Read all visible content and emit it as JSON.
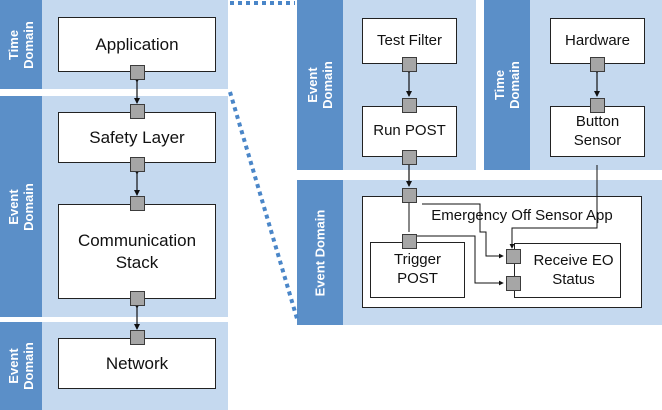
{
  "left_stack": {
    "time_domain_label": "Time\nDomain",
    "event_domain_label": "Event\nDomain",
    "network_domain_label": "Event\nDomain",
    "application": "Application",
    "safety_layer": "Safety Layer",
    "communication_stack": "Communication\nStack",
    "network": "Network"
  },
  "post_panel": {
    "domain_label": "Event\nDomain",
    "test_filter": "Test Filter",
    "run_post": "Run POST"
  },
  "hardware_panel": {
    "domain_label": "Time\nDomain",
    "hardware": "Hardware",
    "button_sensor": "Button\nSensor"
  },
  "app_panel": {
    "domain_label": "Event Domain",
    "app_title": "Emergency Off Sensor App",
    "trigger_post": "Trigger\nPOST",
    "receive_eo_status": "Receive EO\nStatus"
  },
  "colors": {
    "panel": "#c5d9ef",
    "strip": "#5b8fc8",
    "port": "#a6a6a6",
    "zoom_dots": "#4a86c8"
  }
}
